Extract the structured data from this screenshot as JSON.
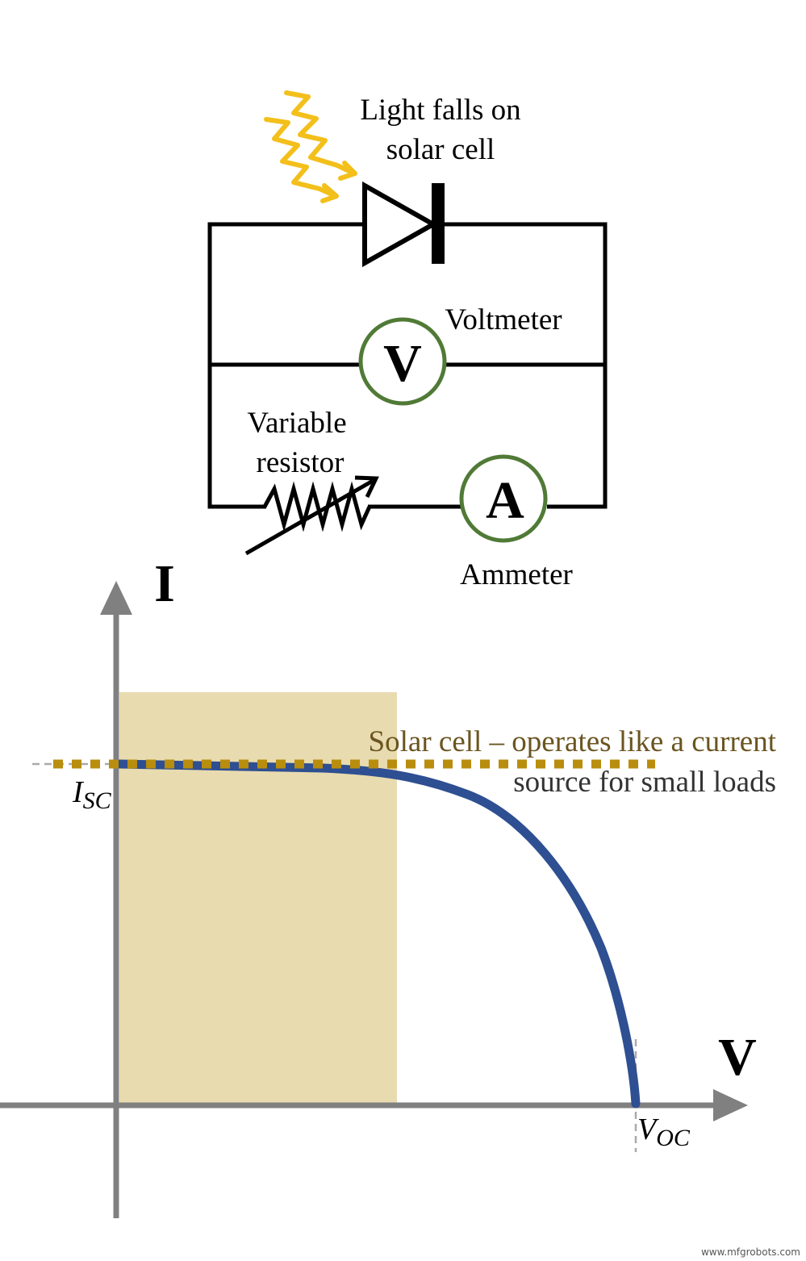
{
  "circuit": {
    "light_label_line1": "Light falls on",
    "light_label_line2": "solar cell",
    "voltmeter_label": "Voltmeter",
    "voltmeter_symbol": "V",
    "resistor_label_line1": "Variable",
    "resistor_label_line2": "resistor",
    "ammeter_symbol": "A",
    "ammeter_label": "Ammeter"
  },
  "graph": {
    "y_axis_label": "I",
    "x_axis_label": "V",
    "isc_label_main": "I",
    "isc_label_sub": "SC",
    "voc_label_main": "V",
    "voc_label_sub": "OC",
    "annotation_line1": "Solar cell – operates like a current",
    "annotation_line2": "source for small loads"
  },
  "watermark": "www.mfgrobots.com",
  "colors": {
    "curve": "#2e4f91",
    "current_source_line": "#b98d0d",
    "shaded_region": "#e9dbb0",
    "axes": "#808080",
    "meter_ring": "#507a36",
    "light_rays": "#f3bf1a",
    "annotation_text": "#6a5520"
  }
}
